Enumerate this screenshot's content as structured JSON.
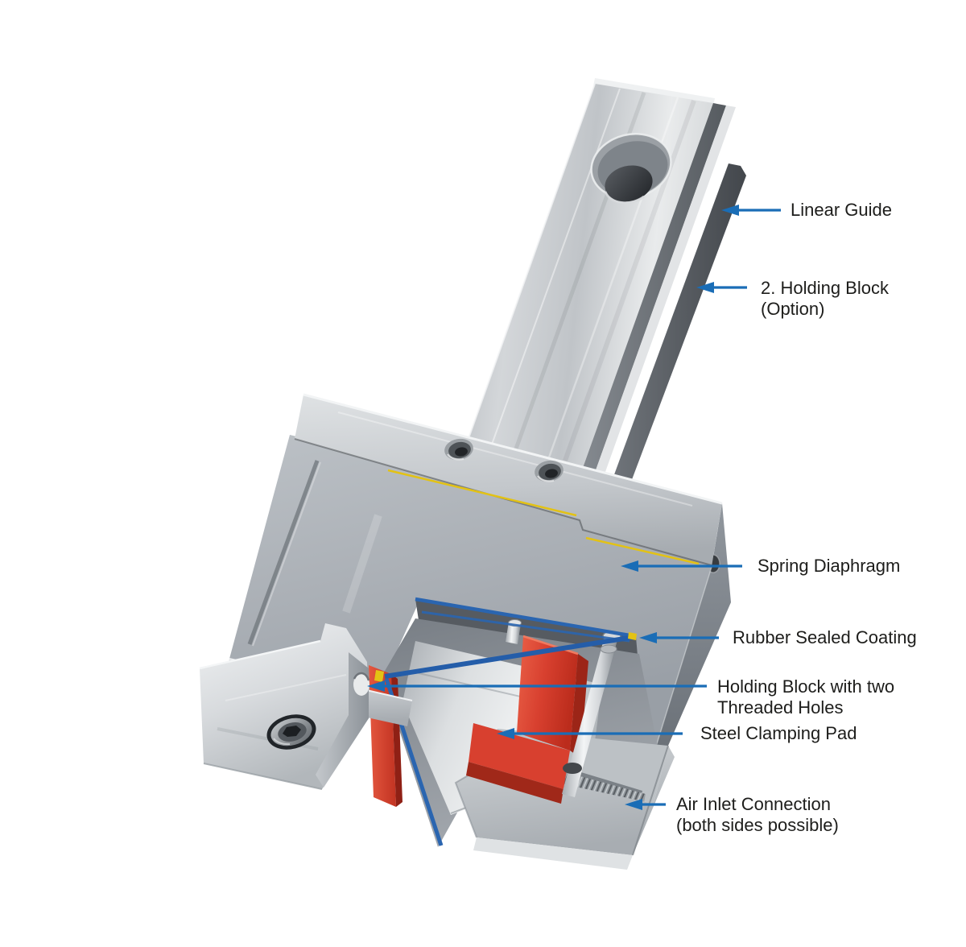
{
  "figure": {
    "kind": "technical-illustration",
    "background": "#ffffff"
  },
  "colors": {
    "arrow_blue": "#1a6db6",
    "label_text": "#1d1d1b",
    "seal_blue": "#2a65b0",
    "seal_yellow": "#e3c214",
    "pad_red": "#d8402f",
    "metal_light": "#d9dcde",
    "metal_dark": "#6d7278"
  },
  "annotations": [
    {
      "id": "linear-guide",
      "line1": "Linear Guide",
      "line2": ""
    },
    {
      "id": "holding-block-option",
      "line1": "2. Holding Block",
      "line2": "(Option)"
    },
    {
      "id": "spring-diaphragm",
      "line1": "Spring Diaphragm",
      "line2": ""
    },
    {
      "id": "rubber-sealed-coating",
      "line1": "Rubber Sealed Coating",
      "line2": ""
    },
    {
      "id": "holding-block-threaded",
      "line1": "Holding Block with two",
      "line2": "Threaded Holes"
    },
    {
      "id": "steel-clamping-pad",
      "line1": "Steel Clamping Pad",
      "line2": ""
    },
    {
      "id": "air-inlet",
      "line1": "Air Inlet Connection",
      "line2": "(both sides possible)"
    }
  ]
}
